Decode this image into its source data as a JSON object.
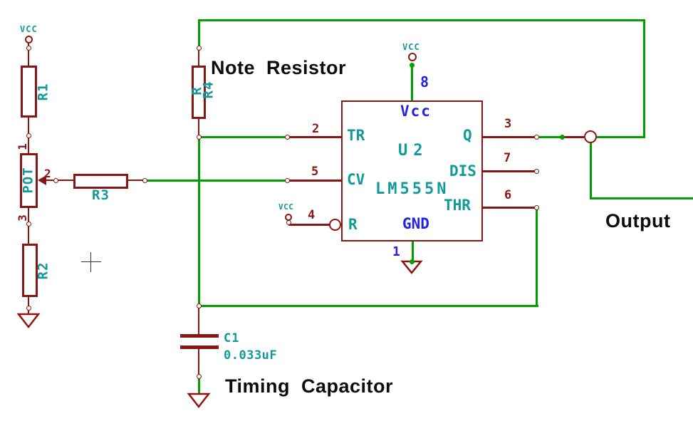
{
  "colors": {
    "wire": "#00a000",
    "component": "#8b1512",
    "label": "#129a9a",
    "power": "#2222e6",
    "text": "#0c0c0c",
    "bg": "#ffffff"
  },
  "annotations": {
    "note": "Note Resistor",
    "timing": "Timing Capacitor",
    "output": "Output"
  },
  "power": {
    "vcc_left": "VCC",
    "vcc_top": "VCC",
    "vcc_reset": "VCC"
  },
  "components": {
    "r1": {
      "ref": "R1"
    },
    "r2": {
      "ref": "R2"
    },
    "r3": {
      "ref": "R3"
    },
    "r4": {
      "ref": "R4",
      "value": "R"
    },
    "pot": {
      "ref": "POT",
      "pin1": "1",
      "pin2": "2",
      "pin3": "3"
    },
    "c1": {
      "ref": "C1",
      "value": "0.033uF"
    },
    "u2": {
      "ref": "U2",
      "value": "LM555N",
      "pins": {
        "tr": {
          "num": "2",
          "name": "TR"
        },
        "cv": {
          "num": "5",
          "name": "CV"
        },
        "rst": {
          "num": "4",
          "name": "R"
        },
        "vcc": {
          "num": "8",
          "name": "Vcc"
        },
        "gnd": {
          "num": "1",
          "name": "GND"
        },
        "q": {
          "num": "3",
          "name": "Q"
        },
        "dis": {
          "num": "7",
          "name": "DIS"
        },
        "thr": {
          "num": "6",
          "name": "THR"
        }
      }
    }
  }
}
